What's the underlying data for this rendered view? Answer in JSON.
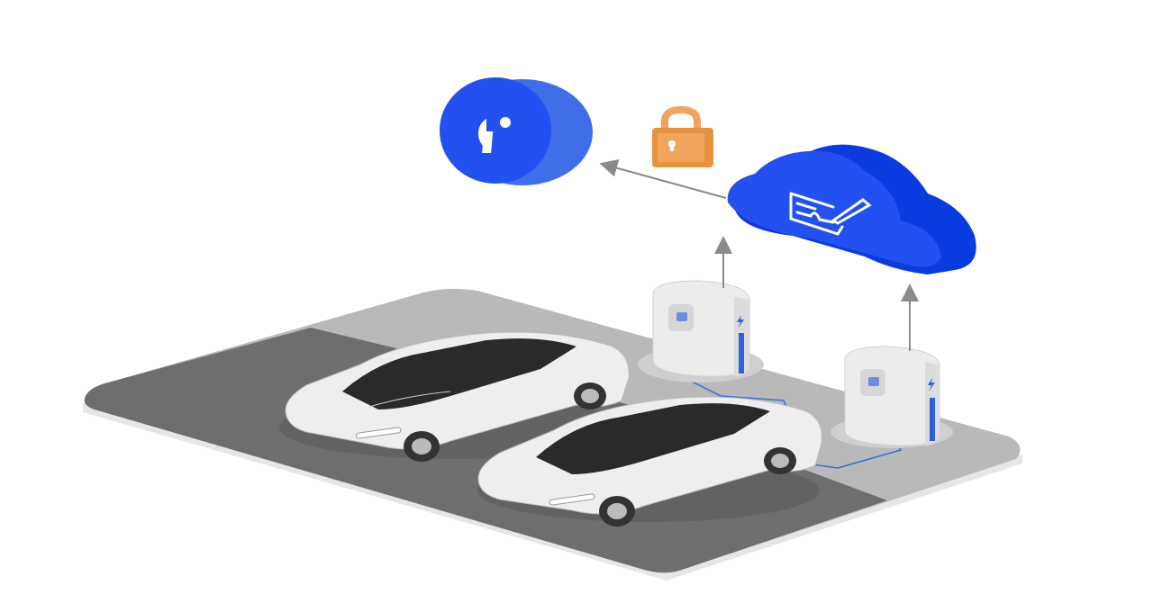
{
  "illustration": {
    "subject": "ev-charging-data-flow",
    "icons": {
      "info_cloud": "info-icon",
      "lock": "padlock-icon",
      "sign_cloud": "document-signature-icon",
      "charger": "lightning-bolt-icon"
    },
    "counts": {
      "cars": 2,
      "chargers": 2,
      "clouds": 2
    },
    "colors": {
      "cloud_blue": "#2350f0",
      "cloud_side": "#3f6ee8",
      "lock_orange": "#e8913f",
      "platform_dark": "#6e6e6e",
      "platform_light": "#b9b9b9",
      "cable_blue": "#3a6fd8",
      "arrow_gray": "#8a8a8a"
    }
  }
}
